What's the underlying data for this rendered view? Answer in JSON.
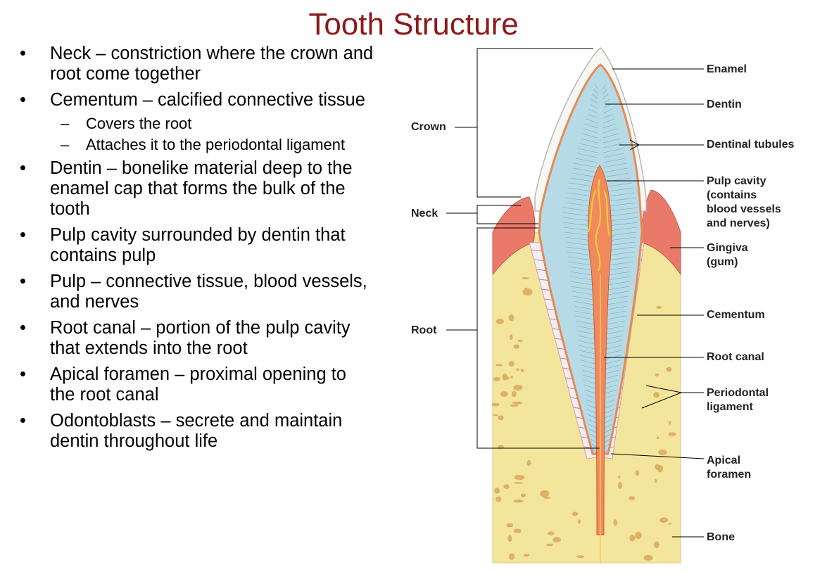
{
  "title": "Tooth Structure",
  "bullet_marker": "•",
  "dash_marker": "–",
  "bullets": [
    {
      "lines": [
        "Neck – constriction where the crown and",
        "root come together"
      ]
    },
    {
      "lines": [
        "Cementum – calcified connective tissue"
      ],
      "sub": [
        "Covers the root",
        "Attaches it to the periodontal ligament"
      ]
    },
    {
      "lines": [
        "Dentin – bonelike material deep to the",
        "enamel cap that forms the bulk of the",
        "tooth"
      ]
    },
    {
      "lines": [
        "Pulp cavity surrounded by dentin that",
        "contains pulp"
      ]
    },
    {
      "lines": [
        "Pulp – connective tissue, blood vessels,",
        "and nerves"
      ]
    },
    {
      "lines": [
        "Root canal – portion of the pulp cavity",
        "that extends into the root"
      ]
    },
    {
      "lines": [
        "Apical foramen – proximal opening to",
        "the root canal"
      ]
    },
    {
      "lines": [
        "Odontoblasts – secrete and maintain",
        "dentin throughout life"
      ]
    }
  ],
  "diagram": {
    "left_labels": {
      "crown": "Crown",
      "neck": "Neck",
      "root": "Root"
    },
    "right_labels": {
      "enamel": "Enamel",
      "dentin": "Dentin",
      "dentinal_tubules": "Dentinal tubules",
      "pulp_cavity": [
        "Pulp cavity",
        "(contains",
        "blood vessels",
        "and nerves)"
      ],
      "gingiva": [
        "Gingiva",
        "(gum)"
      ],
      "cementum": "Cementum",
      "root_canal": "Root canal",
      "periodontal_ligament": [
        "Periodontal",
        "ligament"
      ],
      "apical_foramen": [
        "Apical",
        "foramen"
      ],
      "bone": "Bone"
    }
  },
  "colors": {
    "title": "#8b1a1a",
    "bone": "#f4e59c",
    "bone_spots": "#d8a95c",
    "gingiva": "#e97a6a",
    "dentin": "#b6dbe6",
    "enamel": "#f7f7f4",
    "pulp": "#f08a5d",
    "ligament": "#f3eef2"
  }
}
